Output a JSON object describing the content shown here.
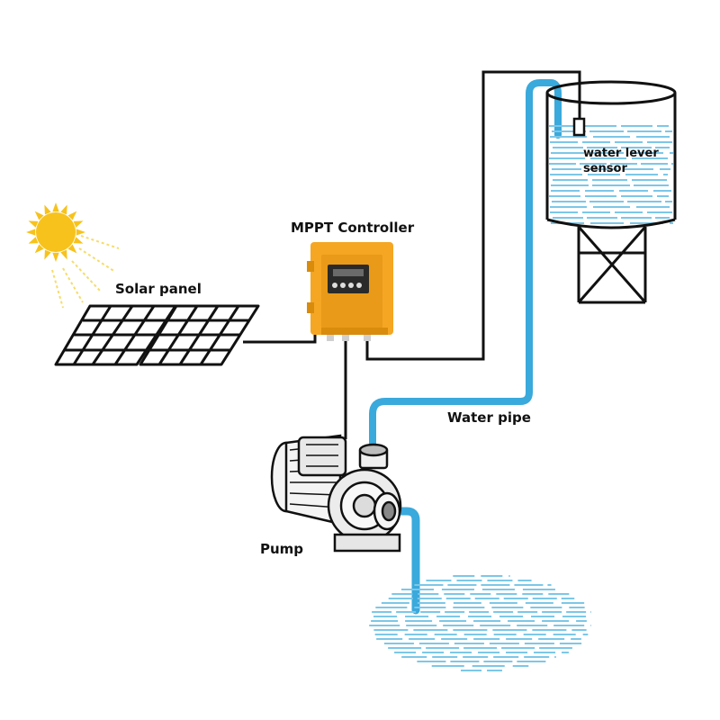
{
  "labels": {
    "solar_panel": "Solar panel",
    "mppt_controller": "MPPT Controller",
    "sensor_line1": "water lever",
    "sensor_line2": "sensor",
    "water_pipe": "Water pipe",
    "pump": "Pump"
  },
  "colors": {
    "sun": "#f7c21b",
    "sun_rays": "#f6dc6a",
    "controller": "#f5a623",
    "controller_dark": "#d98b0c",
    "water_pipe": "#3aa9dc",
    "water": "#7cc7e8",
    "line": "#111111"
  }
}
